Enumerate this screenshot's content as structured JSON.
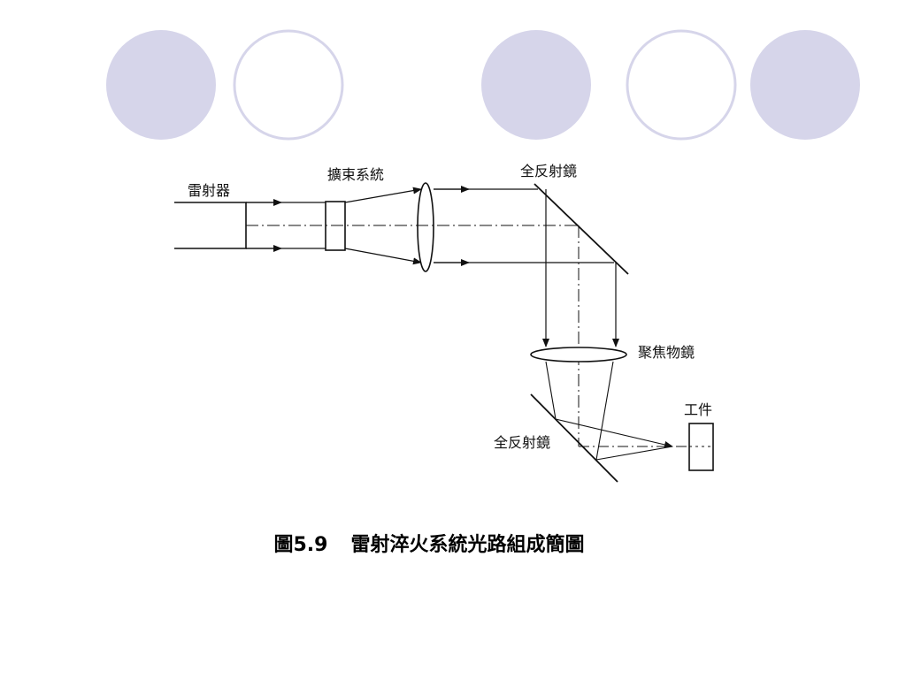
{
  "theme": {
    "circle_fill": "#d6d5ea",
    "circle_stroke": "#d6d5ea",
    "circle_outline_stroke": "#d6d5ea",
    "line_color": "#111111"
  },
  "labels": {
    "laser": "雷射器",
    "beam_expander": "擴束系統",
    "full_mirror_top": "全反射鏡",
    "focus_lens": "聚焦物鏡",
    "workpiece": "工件",
    "full_mirror_bottom": "全反射鏡"
  },
  "caption": {
    "figure_no": "圖5.9",
    "title": "雷射淬火系統光路組成簡圖"
  }
}
